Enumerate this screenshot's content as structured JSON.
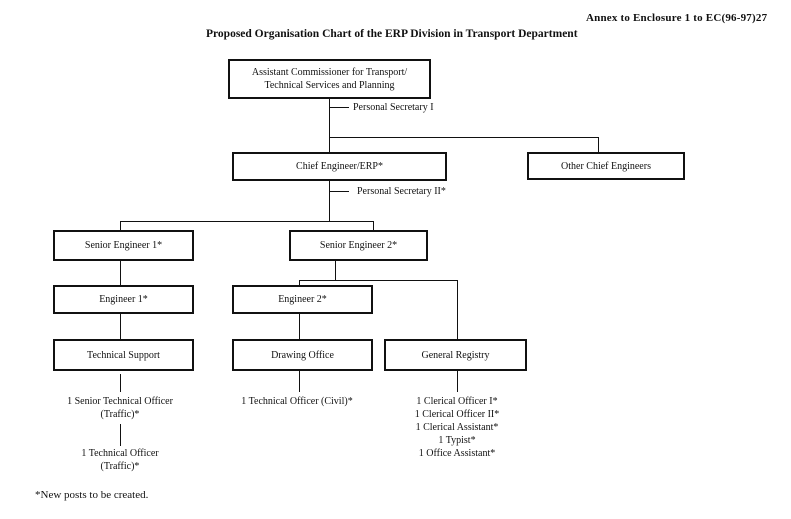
{
  "header": {
    "annex": "Annex to Enclosure 1 to EC(96-97)27",
    "title": "Proposed Organisation Chart of the ERP Division in Transport Department"
  },
  "boxes": {
    "assistant_commissioner": "Assistant Commissioner for Transport/ Technical Services and Planning",
    "chief_engineer": "Chief Engineer/ERP*",
    "other_chief_engineers": "Other Chief Engineers",
    "senior_engineer_1": "Senior Engineer 1*",
    "senior_engineer_2": "Senior Engineer 2*",
    "engineer_1": "Engineer 1*",
    "engineer_2": "Engineer 2*",
    "technical_support": "Technical Support",
    "drawing_office": "Drawing Office",
    "general_registry": "General Registry"
  },
  "labels": {
    "personal_secretary_1": "Personal Secretary I",
    "personal_secretary_2": "Personal Secretary II*",
    "senior_technical_officer_line1": "1 Senior Technical Officer",
    "senior_technical_officer_line2": "(Traffic)*",
    "technical_officer_traffic_line1": "1 Technical Officer",
    "technical_officer_traffic_line2": "(Traffic)*",
    "technical_officer_civil": "1 Technical Officer (Civil)*",
    "registry_staff": [
      "1 Clerical Officer I*",
      "1 Clerical Officer II*",
      "1 Clerical Assistant*",
      "1 Typist*",
      "1 Office Assistant*"
    ]
  },
  "footnote": "*New posts to be created."
}
